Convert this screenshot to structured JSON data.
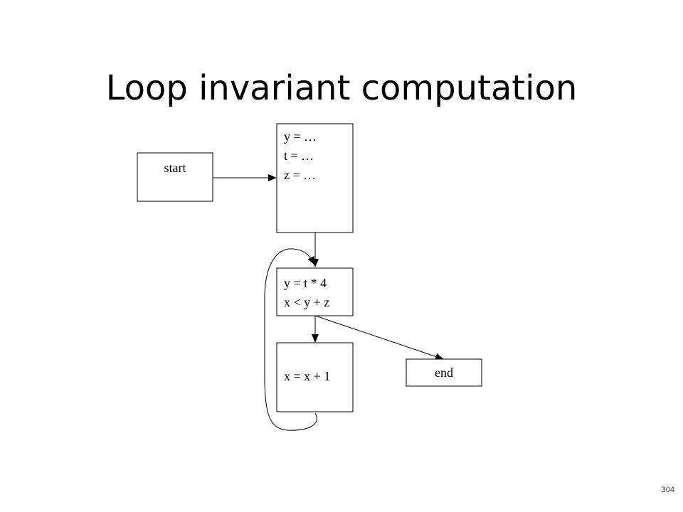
{
  "slide": {
    "title": "Loop invariant computation",
    "page_number": "304"
  },
  "diagram": {
    "nodes": {
      "start": {
        "label": "start"
      },
      "init": {
        "lines": [
          "y = …",
          "t = …",
          "z = …"
        ]
      },
      "loop_header": {
        "lines": [
          "y = t * 4",
          "x < y + z"
        ]
      },
      "loop_body": {
        "lines": [
          "x = x + 1"
        ]
      },
      "end": {
        "label": "end"
      }
    },
    "edges": [
      {
        "from": "start",
        "to": "init"
      },
      {
        "from": "init",
        "to": "loop_header"
      },
      {
        "from": "loop_header",
        "to": "loop_body"
      },
      {
        "from": "loop_header",
        "to": "end"
      },
      {
        "from": "loop_body",
        "to": "loop_header",
        "type": "back-edge"
      }
    ]
  }
}
